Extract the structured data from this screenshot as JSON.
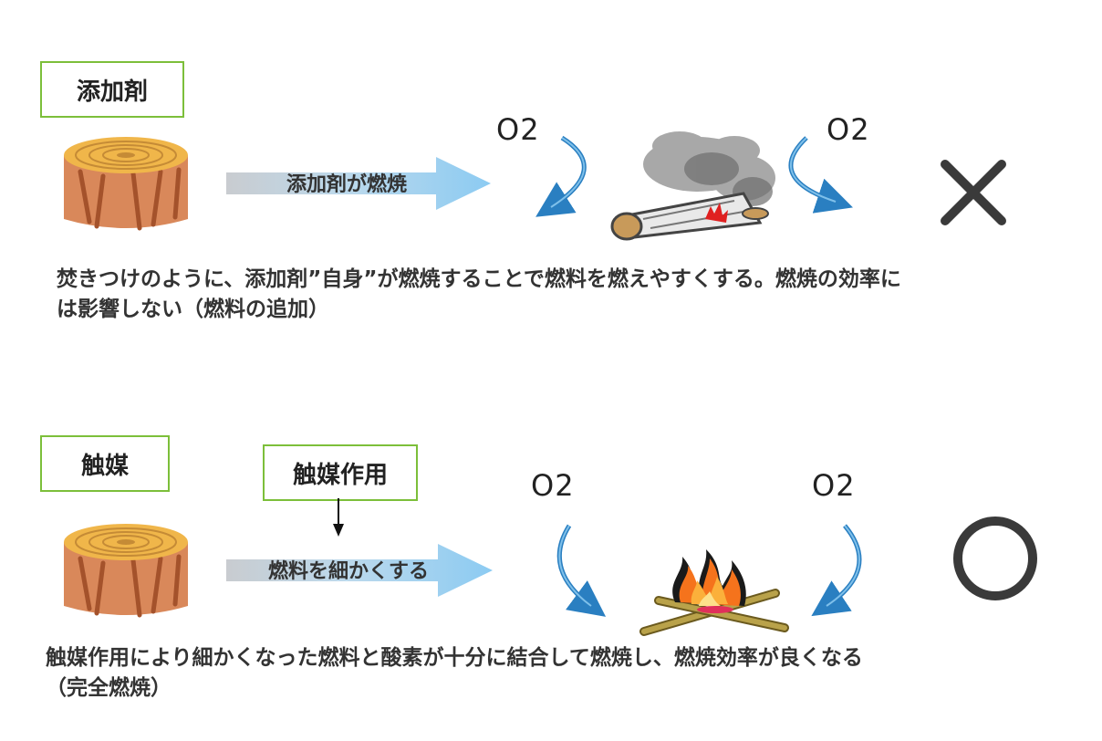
{
  "section_additive": {
    "label": "添加剤",
    "arrow_text": "添加剤が燃焼",
    "o2_left": "O2",
    "o2_right": "O2",
    "result_symbol": "✕",
    "description_line1": "焚きつけのように、添加剤”自身”が燃焼することで燃料を燃えやすくする。燃焼の効率に",
    "description_line2": "は影響しない（燃料の追加）"
  },
  "section_catalyst": {
    "label": "触媒",
    "action_box": "触媒作用",
    "arrow_text": "燃料を細かくする",
    "o2_left": "O2",
    "o2_right": "O2",
    "result_symbol": "〇",
    "description_line1": "触媒作用により細かくなった燃料と酸素が十分に結合して燃焼し、燃焼効率が良くなる",
    "description_line2": "（完全燃焼）"
  },
  "colors": {
    "label_border": "#7cbf3a",
    "arrow_fill": "#9fd4f4",
    "curve_arrow": "#2a7fc1",
    "log": "#d9885a",
    "ring": "#f2c84b",
    "mark": "#3a3a3a"
  }
}
